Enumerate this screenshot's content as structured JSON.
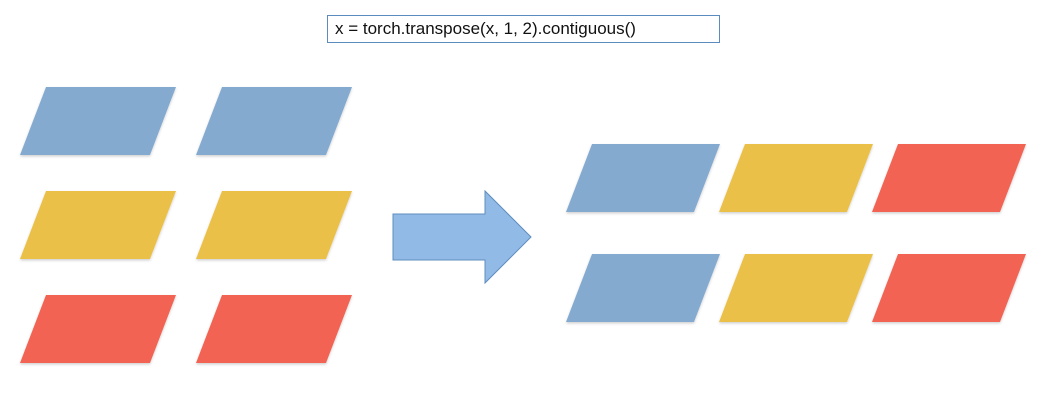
{
  "code": {
    "text": "x = torch.transpose(x, 1, 2).contiguous()"
  },
  "colors": {
    "blue": "#85AAD0",
    "yellow": "#EBC04A",
    "red": "#F26352",
    "arrow_fill": "#91BAE7",
    "arrow_stroke": "#5F8DBE",
    "code_border": "#5B8BBF"
  },
  "left_grid": [
    [
      "blue",
      "blue"
    ],
    [
      "yellow",
      "yellow"
    ],
    [
      "red",
      "red"
    ]
  ],
  "right_grid": [
    [
      "blue",
      "yellow",
      "red"
    ],
    [
      "blue",
      "yellow",
      "red"
    ]
  ],
  "arrow": {
    "icon": "right-arrow-icon",
    "direction": "right"
  }
}
